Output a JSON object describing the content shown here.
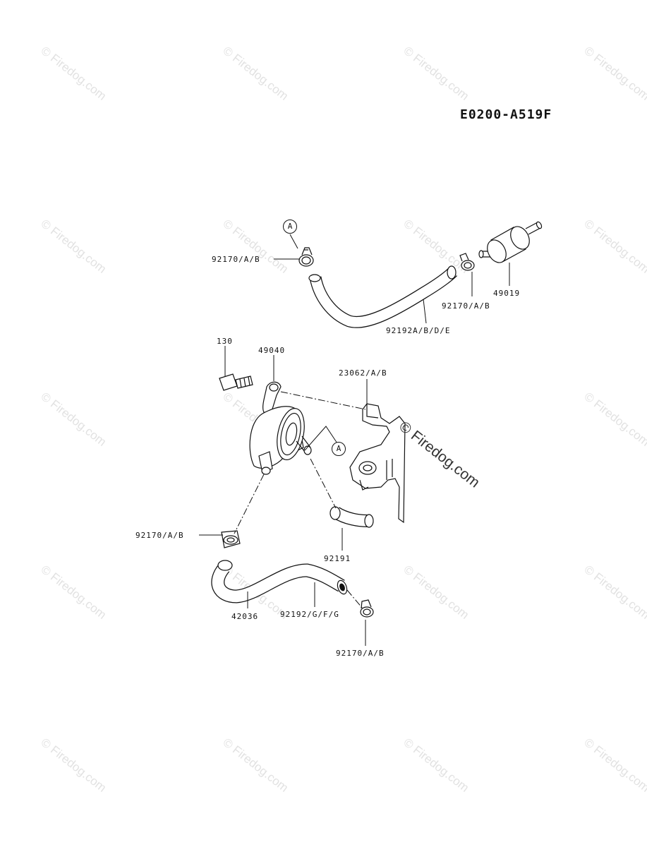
{
  "watermark": "© Firedog.com",
  "diagram_code": "E0200-A519F",
  "callout_letter": "A",
  "parts": {
    "clamp_top_left": "92170/A/B",
    "clamp_top_right": "92170/A/B",
    "fuel_filter": "49019",
    "hose_top": "92192A/B/D/E",
    "bolt": "130",
    "fuel_pump": "49040",
    "bracket": "23062/A/B",
    "clamp_mid_left": "92170/A/B",
    "elbow_hose": "92191",
    "hose_bottom_part": "42036",
    "hose_bottom": "92192/G/F/G",
    "clamp_bottom": "92170/A/B"
  }
}
